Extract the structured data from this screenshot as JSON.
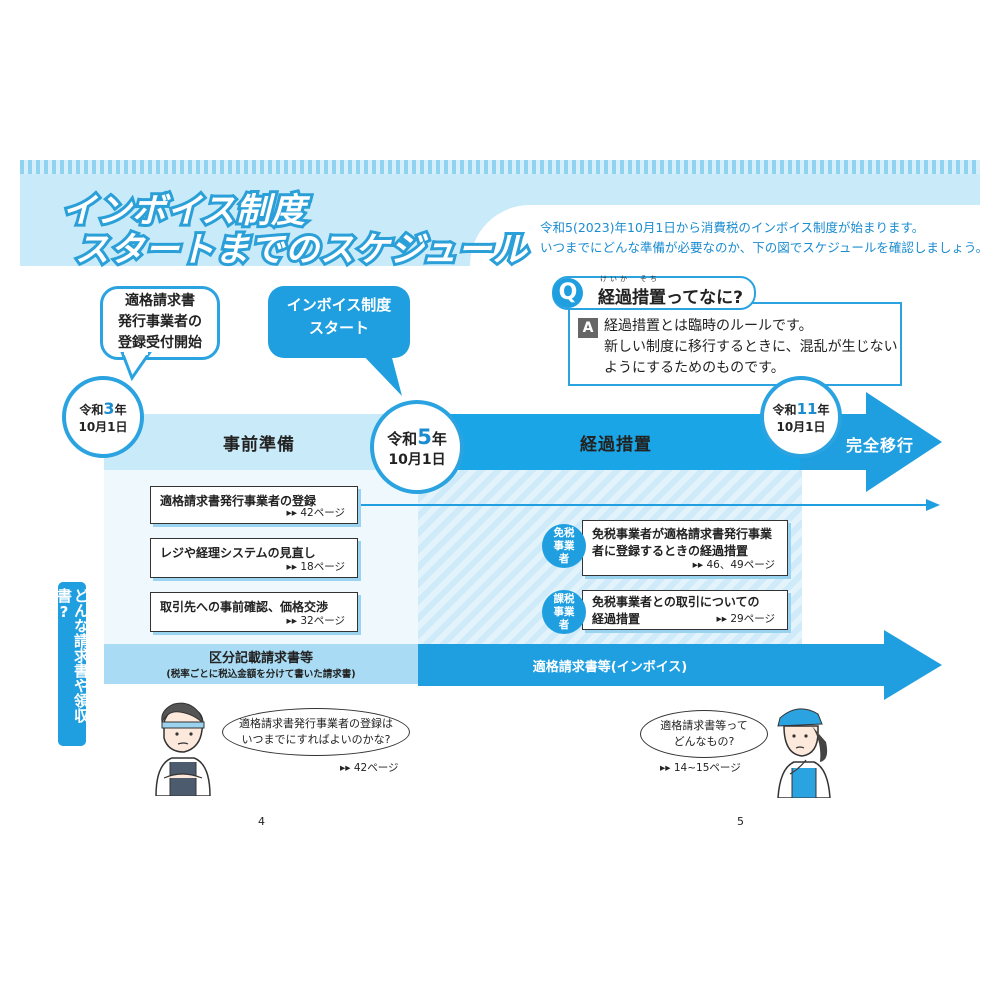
{
  "header": {
    "title_line1": "インボイス制度",
    "title_line2": "スタートまでのスケジュール",
    "intro_line1": "令和5(2023)年10月1日から消費税のインボイス制度が始まります。",
    "intro_line2": "いつまでにどんな準備が必要なのか、下の図でスケジュールを確認しましょう。"
  },
  "callouts": {
    "registration_start": [
      "適格請求書",
      "発行事業者の",
      "登録受付開始"
    ],
    "invoice_start": [
      "インボイス制度",
      "スタート"
    ]
  },
  "dates": {
    "r3_era": "令和",
    "r3_num": "3",
    "r3_year": "年",
    "r3_day": "10月1日",
    "r5_era": "令和",
    "r5_num": "5",
    "r5_year": "年",
    "r5_day": "10月1日",
    "r11_era": "令和",
    "r11_num": "11",
    "r11_year": "年",
    "r11_day": "10月1日"
  },
  "qa": {
    "q_mark": "Q",
    "ruby": "けいか　そち",
    "question": "経過措置ってなに?",
    "a_mark": "A",
    "answer_line1": "経過措置とは臨時のルールです。",
    "answer_line2": "新しい制度に移行するときに、混乱が生じない",
    "answer_line3": "ようにするためのものです。"
  },
  "phases": {
    "prep": "事前準備",
    "transition": "経過措置",
    "complete": "完全移行"
  },
  "prep_tasks": [
    {
      "title": "適格請求書発行事業者の登録",
      "page": "▸▸ 42ページ"
    },
    {
      "title": "レジや経理システムの見直し",
      "page": "▸▸ 18ページ"
    },
    {
      "title": "取引先への事前確認、価格交渉",
      "page": "▸▸ 32ページ"
    }
  ],
  "transition_items": [
    {
      "tag": "免税事業者",
      "line1": "免税事業者が適格請求書発行事業",
      "line2": "者に登録するときの経過措置",
      "page": "▸▸ 46、49ページ"
    },
    {
      "tag": "課税事業者",
      "line1": "免税事業者との取引についての",
      "line2": "経過措置",
      "page": "▸▸ 29ページ"
    }
  ],
  "side_label": "どんな請求書や領収書?",
  "invoice_types": {
    "old_title": "区分記載請求書等",
    "old_sub": "(税率ごとに税込金額を分けて書いた請求書)",
    "new_title": "適格請求書等(インボイス)"
  },
  "speech_left": {
    "line1": "適格請求書発行事業者の登録は",
    "line2": "いつまでにすればよいのかな?",
    "page": "▸▸ 42ページ"
  },
  "speech_right": {
    "line1": "適格請求書等って",
    "line2": "どんなもの?",
    "page": "▸▸ 14~15ページ"
  },
  "page_numbers": {
    "left": "4",
    "right": "5"
  },
  "colors": {
    "accent": "#1f9fe0",
    "light": "#c9ebf9",
    "dark": "#2a9fd8"
  }
}
